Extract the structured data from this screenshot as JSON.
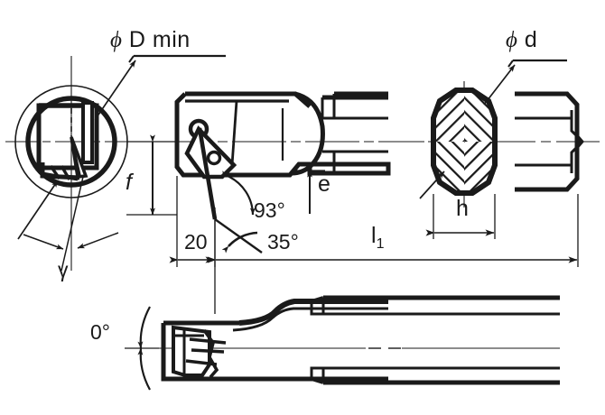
{
  "drawing": {
    "title": "Boring bar / internal turning tool holder dimensional drawing",
    "views": [
      {
        "name": "front-end-view",
        "description": "Circular end view showing minimum bore diameter and insert seating"
      },
      {
        "name": "side-view",
        "description": "Side elevation of tool with clamp, insert and shank"
      },
      {
        "name": "section-view",
        "description": "Hatched circular cross-section of the shank"
      },
      {
        "name": "bottom-view",
        "description": "Bottom plan view of the cutting head and shank"
      }
    ],
    "line_color": "#1a1a1a",
    "background_color": "#ffffff"
  },
  "labels": {
    "bore_diameter": {
      "phi": "ϕ",
      "text": "D min",
      "full": "ϕ D min"
    },
    "shank_diameter": {
      "phi": "ϕ",
      "text": "d",
      "full": "ϕ d"
    },
    "offset_f": "f",
    "offset_e": "e",
    "angle_lead": "93°",
    "angle_clearance": "35°",
    "dim_20": "20",
    "dim_overall": "l",
    "dim_overall_sub": "1",
    "dim_h": "h",
    "angle_rake": "γ",
    "angle_zero": "0°"
  }
}
